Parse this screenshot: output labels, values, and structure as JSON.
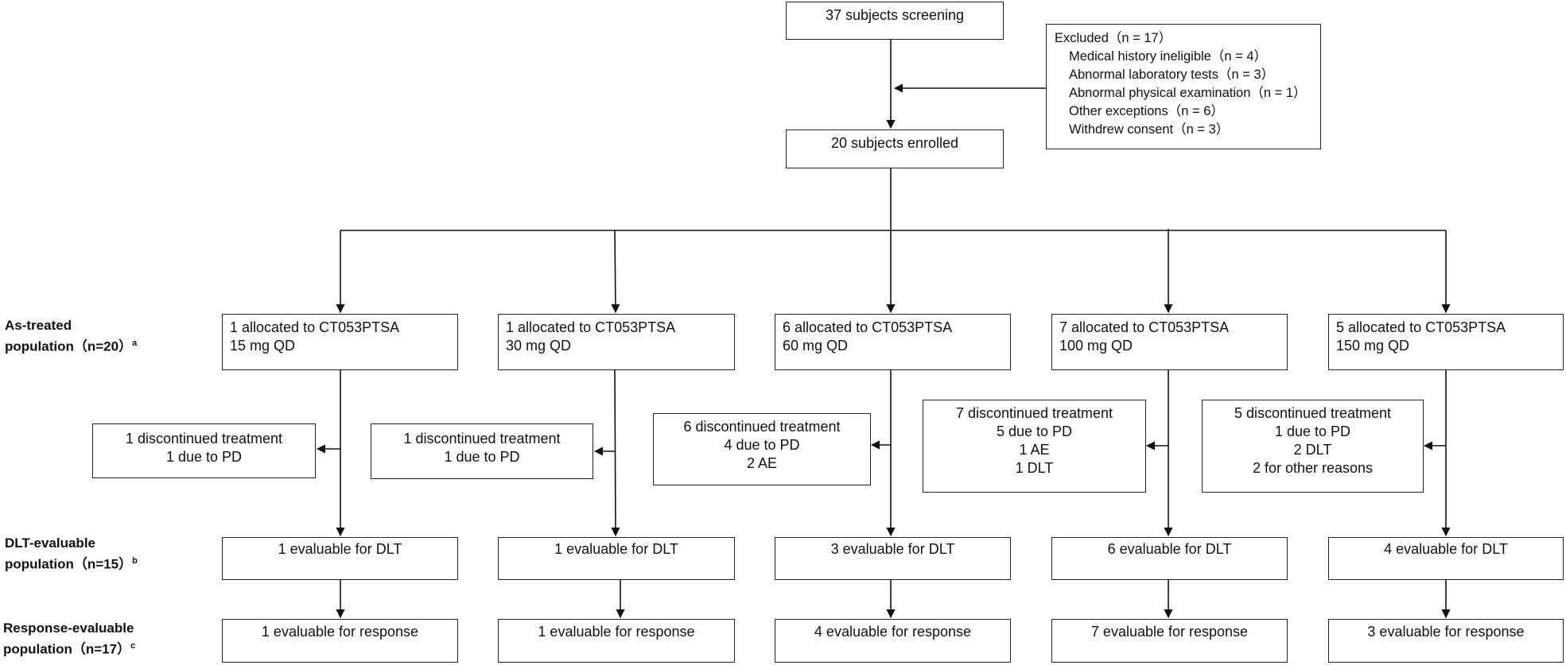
{
  "screening": "37 subjects screening",
  "enrolled": "20 subjects enrolled",
  "excluded": {
    "title": "Excluded（n = 17）",
    "reasons": [
      "Medical history ineligible（n = 4）",
      "Abnormal laboratory tests（n = 3）",
      "Abnormal physical examination（n = 1）",
      "Other exceptions（n = 6）",
      "Withdrew consent（n = 3）"
    ]
  },
  "row_labels": {
    "as_treated": {
      "line1": "As-treated",
      "line2": "population（n=20）",
      "sup": "a"
    },
    "dlt": {
      "line1": "DLT-evaluable",
      "line2": "population（n=15）",
      "sup": "b"
    },
    "response": {
      "line1": "Response-evaluable",
      "line2": "population（n=17）",
      "sup": "c"
    }
  },
  "arms": [
    {
      "allocated": "1 allocated to CT053PTSA",
      "dose": "15 mg QD",
      "discontinued": [
        "1 discontinued treatment",
        "1 due to PD"
      ],
      "dlt": "1 evaluable for DLT",
      "response": "1 evaluable for response"
    },
    {
      "allocated": "1 allocated to CT053PTSA",
      "dose": "30 mg QD",
      "discontinued": [
        "1 discontinued treatment",
        "1 due to PD"
      ],
      "dlt": "1 evaluable for DLT",
      "response": "1 evaluable for response"
    },
    {
      "allocated": "6 allocated to CT053PTSA",
      "dose": "60 mg QD",
      "discontinued": [
        "6 discontinued treatment",
        "4 due to PD",
        "2 AE"
      ],
      "dlt": "3 evaluable for DLT",
      "response": "4 evaluable for response"
    },
    {
      "allocated": "7 allocated to CT053PTSA",
      "dose": "100 mg QD",
      "discontinued": [
        "7 discontinued treatment",
        "5 due to PD",
        "1 AE",
        "1 DLT"
      ],
      "dlt": "6 evaluable for DLT",
      "response": "7 evaluable for response"
    },
    {
      "allocated": "5 allocated to CT053PTSA",
      "dose": "150 mg QD",
      "discontinued": [
        "5 discontinued treatment",
        "1 due to PD",
        "2 DLT",
        "2 for other reasons"
      ],
      "dlt": "4 evaluable for DLT",
      "response": "3 evaluable for response"
    }
  ]
}
